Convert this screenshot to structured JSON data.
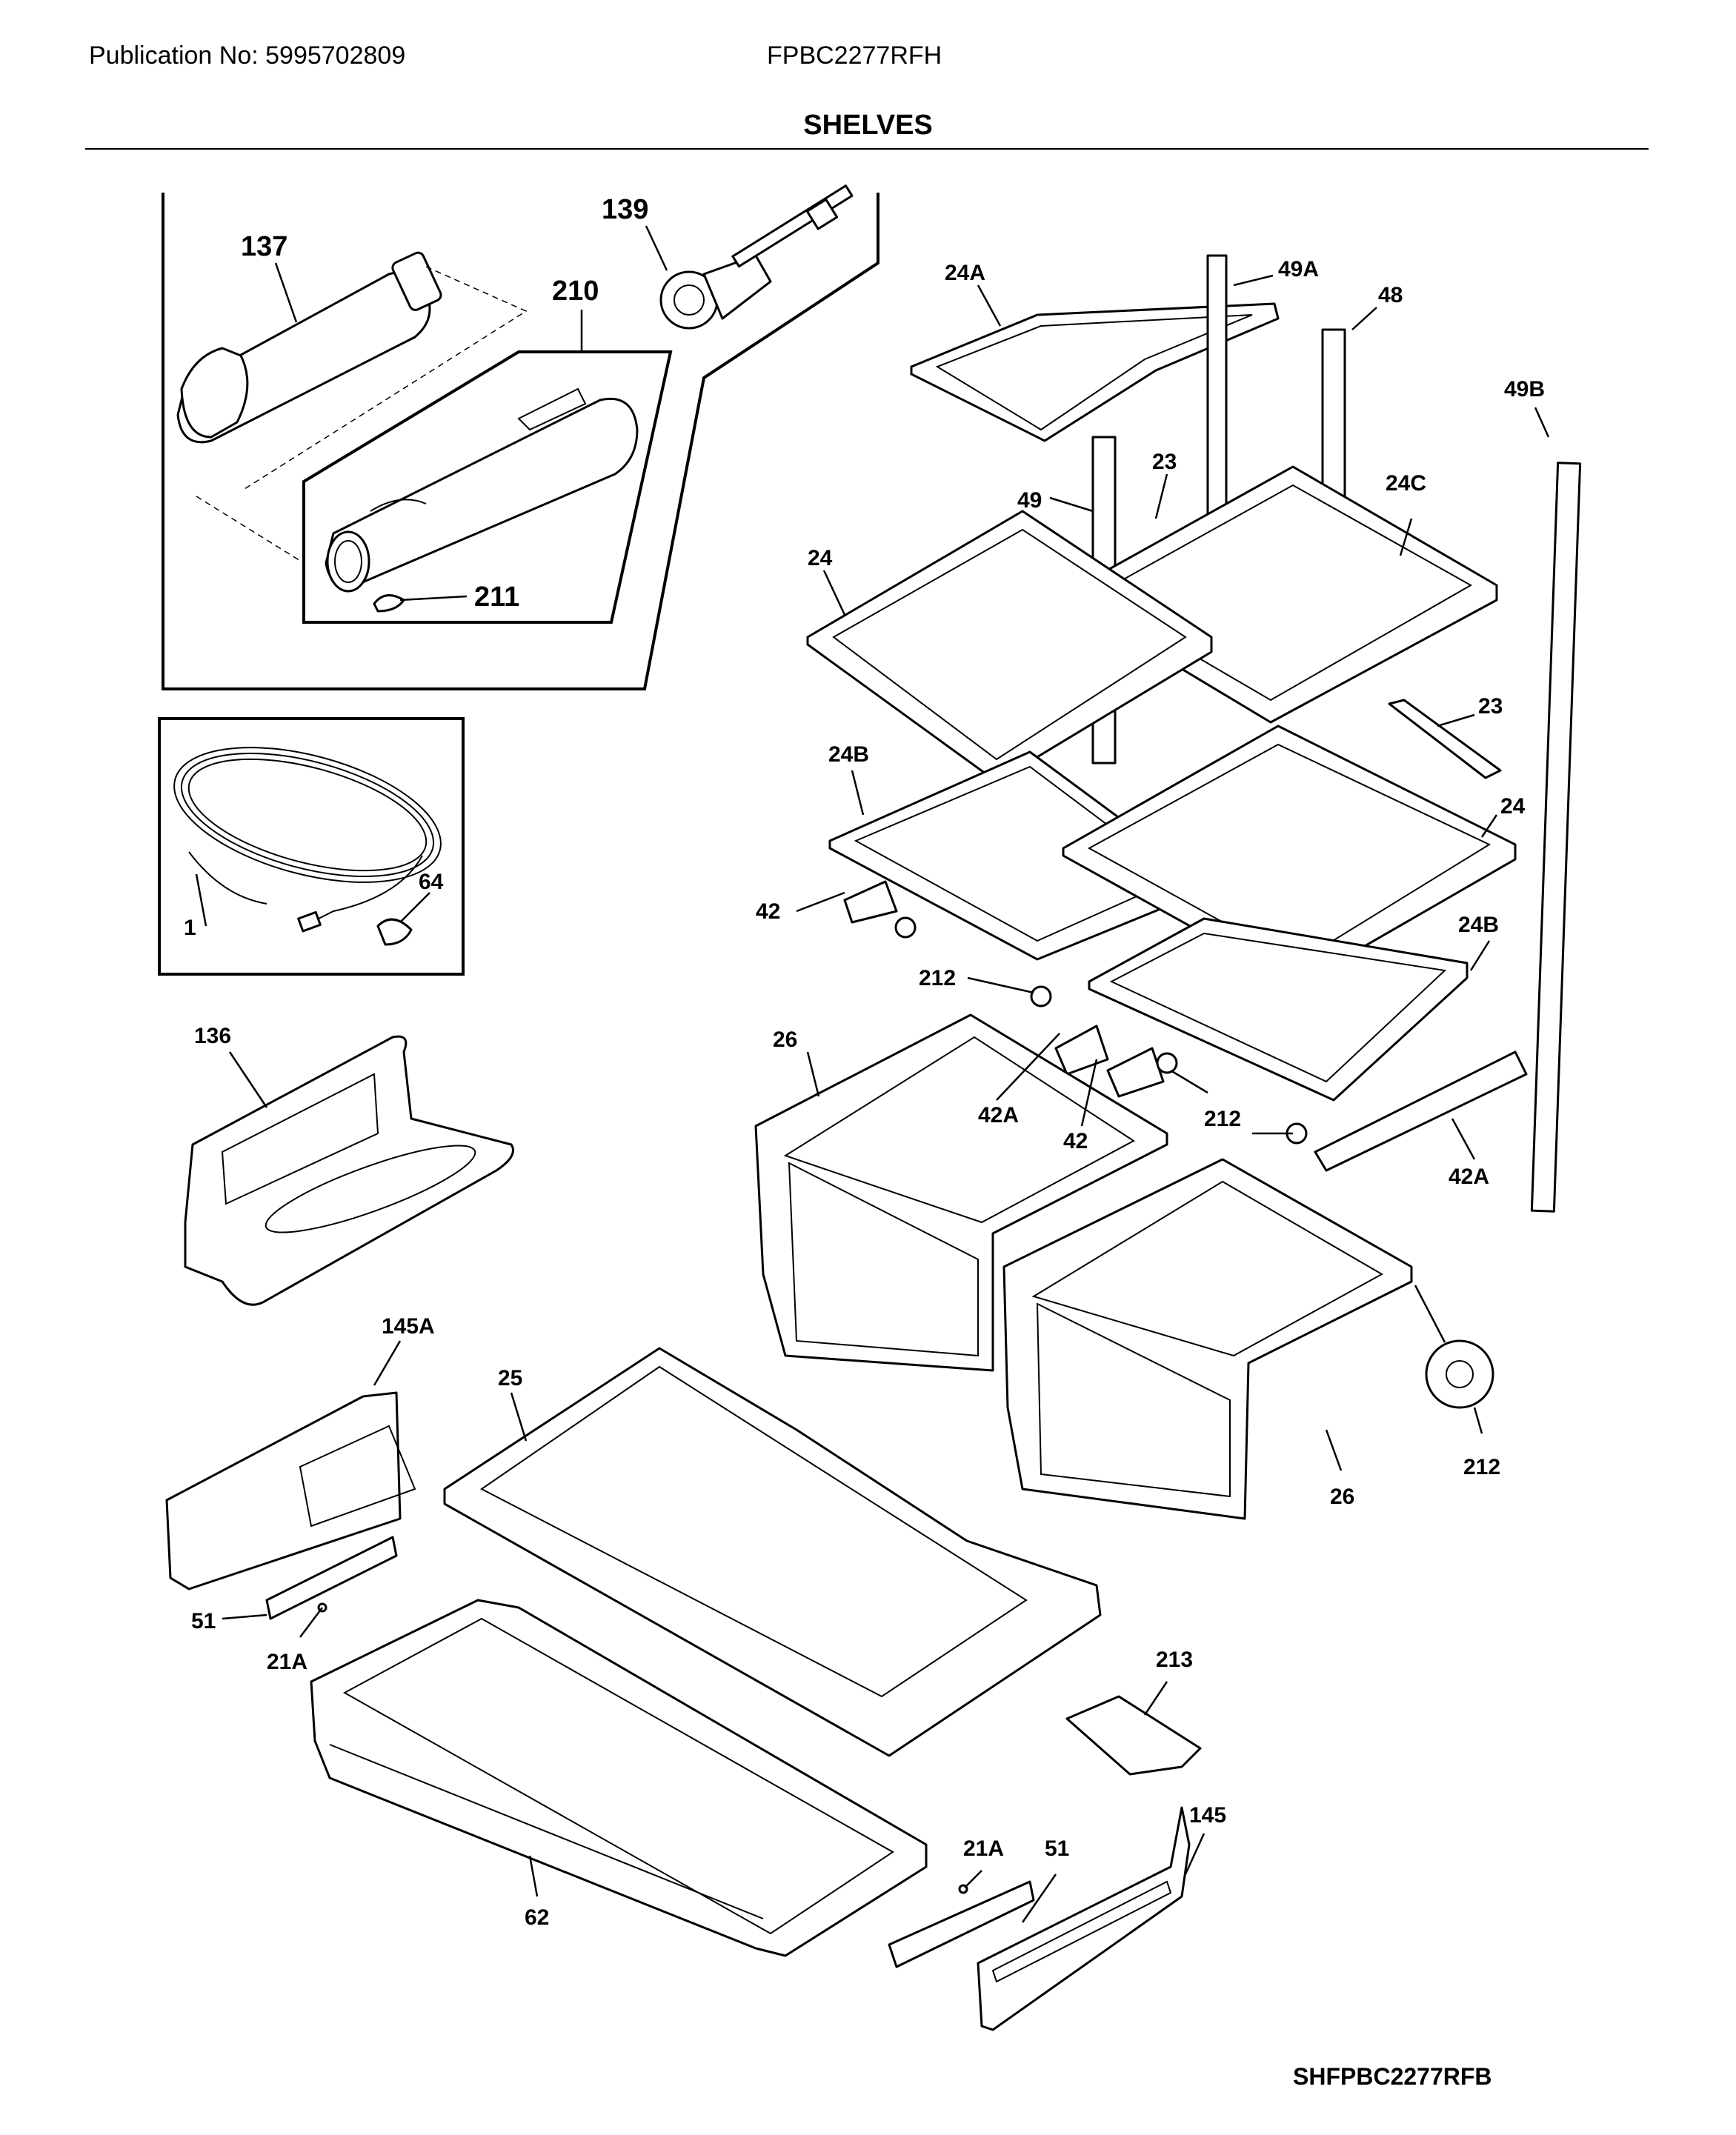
{
  "header": {
    "publication": "Publication No: 5995702809",
    "model": "FPBC2277RFH",
    "title": "SHELVES",
    "diagram_code": "SHFPBC2277RFB"
  },
  "labels": {
    "l137": "137",
    "l139": "139",
    "l210": "210",
    "l211": "211",
    "l1": "1",
    "l64": "64",
    "l136": "136",
    "l24A": "24A",
    "l49A": "49A",
    "l48": "48",
    "l49B": "49B",
    "l49": "49",
    "l23a": "23",
    "l24C": "24C",
    "l24a": "24",
    "l23b": "23",
    "l24B_a": "24B",
    "l24b": "24",
    "l42a": "42",
    "l24B_b": "24B",
    "l212a": "212",
    "l26a": "26",
    "l42A_a": "42A",
    "l42b": "42",
    "l212b": "212",
    "l42A_b": "42A",
    "l145A": "145A",
    "l25": "25",
    "l212c": "212",
    "l26b": "26",
    "l51a": "51",
    "l21A_a": "21A",
    "l213": "213",
    "l145": "145",
    "l21A_b": "21A",
    "l51b": "51",
    "l62": "62"
  }
}
